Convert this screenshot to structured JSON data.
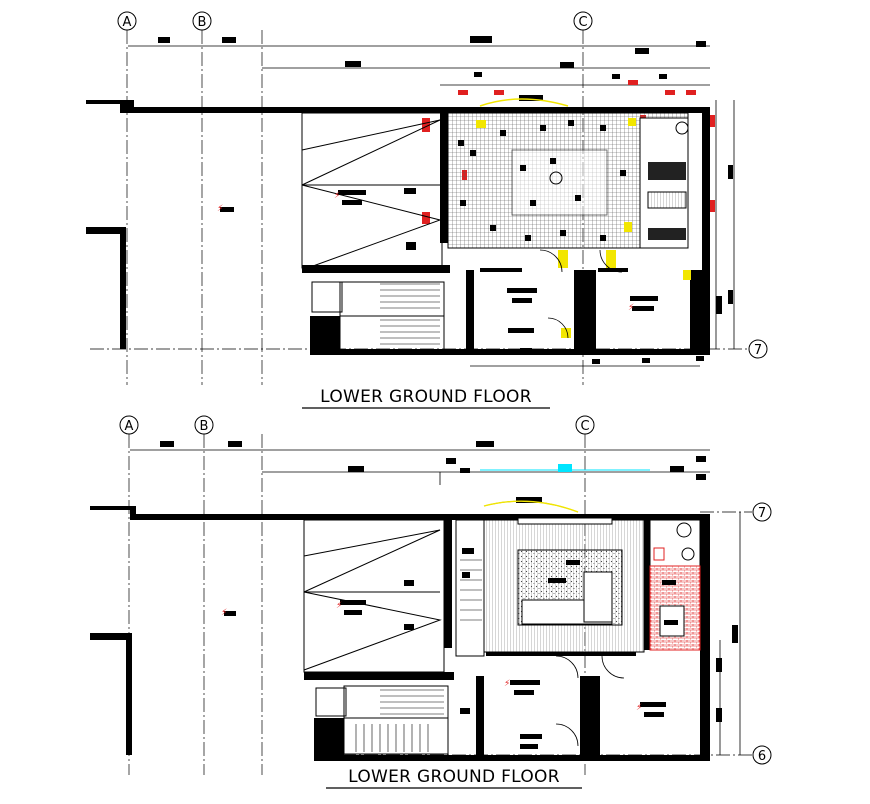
{
  "drawings": [
    {
      "title": "LOWER GROUND FLOOR",
      "grid_top": [
        "A",
        "B",
        "C"
      ],
      "grid_right": [
        "7"
      ]
    },
    {
      "title": "LOWER GROUND FLOOR",
      "grid_top": [
        "A",
        "B",
        "C"
      ],
      "grid_right": [
        "7",
        "6"
      ]
    }
  ],
  "colors": {
    "line": "#000000",
    "accent_red": "#e02020",
    "accent_yellow": "#f2e600",
    "accent_cyan": "#00e5ff",
    "hatch": "#bdbdbd"
  },
  "icons": [
    "gridline-bubble-icon",
    "section-marker-icon"
  ]
}
